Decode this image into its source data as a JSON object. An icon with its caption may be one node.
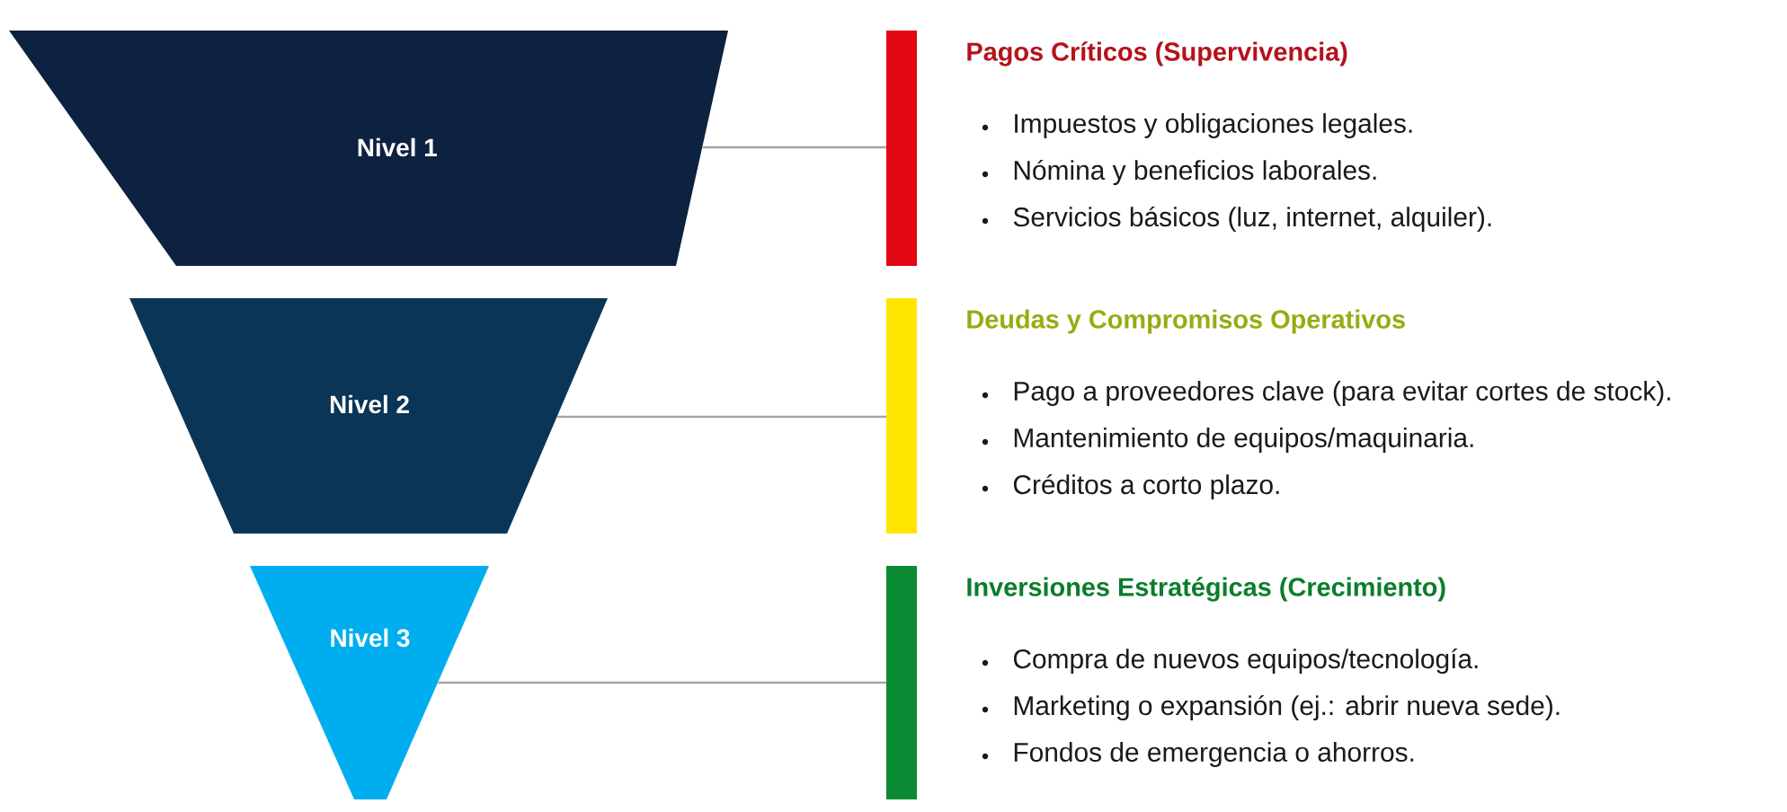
{
  "diagram": {
    "nodes": [
      {
        "text": [
          "Nivel 1"
        ]
      },
      {
        "text": [
          "Nivel 2"
        ]
      },
      {
        "text": [
          "Nivel 3"
        ]
      },
      {
        "text": [
          "Pagos Críticos (Supervivencia)",
          "Impuestos y obligaciones legales.",
          "Nómina y beneficios laborales.",
          "Servicios básicos (luz, internet, alquiler)."
        ]
      },
      {
        "text": [
          "Deudas y Compromisos Operativos",
          "Pago a proveedores clave (para evitar cortes de stock).",
          "Mantenimiento de equipos/maquinaria.",
          "Créditos a corto plazo."
        ]
      },
      {
        "text": [
          "Inversiones Estratégicas (Crecimiento)",
          "Compra de nuevos equipos/tecnología.",
          "Marketing o expansión (ej.: abrir nueva sede).",
          "Fondos de emergencia o ahorros."
        ]
      }
    ],
    "edges": [
      {
        "from": 0,
        "to": 3,
        "arrow": "none"
      },
      {
        "from": 1,
        "to": 4,
        "arrow": "none"
      },
      {
        "from": 2,
        "to": 5,
        "arrow": "none"
      }
    ]
  }
}
